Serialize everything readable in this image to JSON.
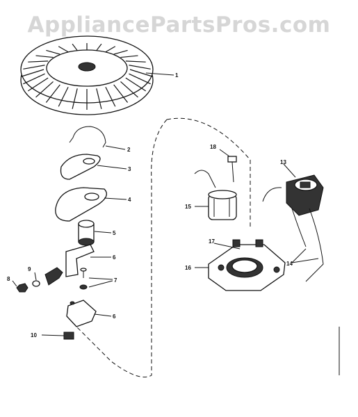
{
  "watermark": "AppliancePartsPros.com",
  "callouts": [
    "1",
    "2",
    "3",
    "4",
    "5",
    "6",
    "9",
    "7",
    "8",
    "6",
    "10",
    "18",
    "15",
    "13",
    "17",
    "16",
    "14"
  ]
}
